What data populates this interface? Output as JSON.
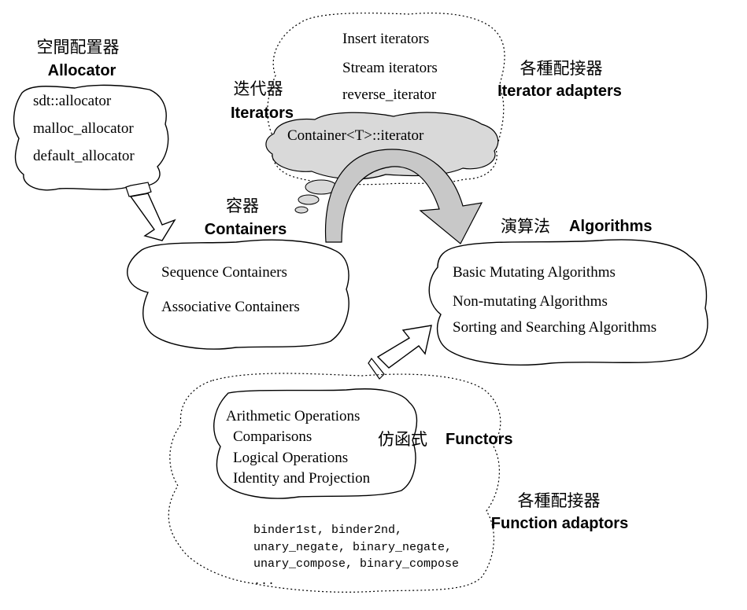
{
  "allocator": {
    "title_zh": "空間配置器",
    "title_en": "Allocator",
    "items": [
      "sdt::allocator",
      "malloc_allocator",
      "default_allocator"
    ]
  },
  "iterators": {
    "title_zh": "迭代器",
    "title_en": "Iterators",
    "core": "Container<T>::iterator"
  },
  "iterator_adapters": {
    "title_zh": "各種配接器",
    "title_en": "Iterator adapters",
    "items": [
      "Insert iterators",
      "Stream iterators",
      "reverse_iterator"
    ]
  },
  "containers": {
    "title_zh": "容器",
    "title_en": "Containers",
    "items": [
      "Sequence Containers",
      "Associative Containers"
    ]
  },
  "algorithms": {
    "title_zh": "演算法",
    "title_en": "Algorithms",
    "items": [
      "Basic Mutating Algorithms",
      "Non-mutating Algorithms",
      "Sorting and Searching Algorithms"
    ]
  },
  "functors": {
    "title_zh": "仿函式",
    "title_en": "Functors",
    "items": [
      "Arithmetic Operations",
      "Comparisons",
      "Logical Operations",
      "Identity and Projection"
    ]
  },
  "function_adaptors": {
    "title_zh": "各種配接器",
    "title_en": "Function adaptors",
    "items": [
      "binder1st, binder2nd,",
      "unary_negate, binary_negate,",
      "unary_compose, binary_compose",
      "..."
    ]
  }
}
